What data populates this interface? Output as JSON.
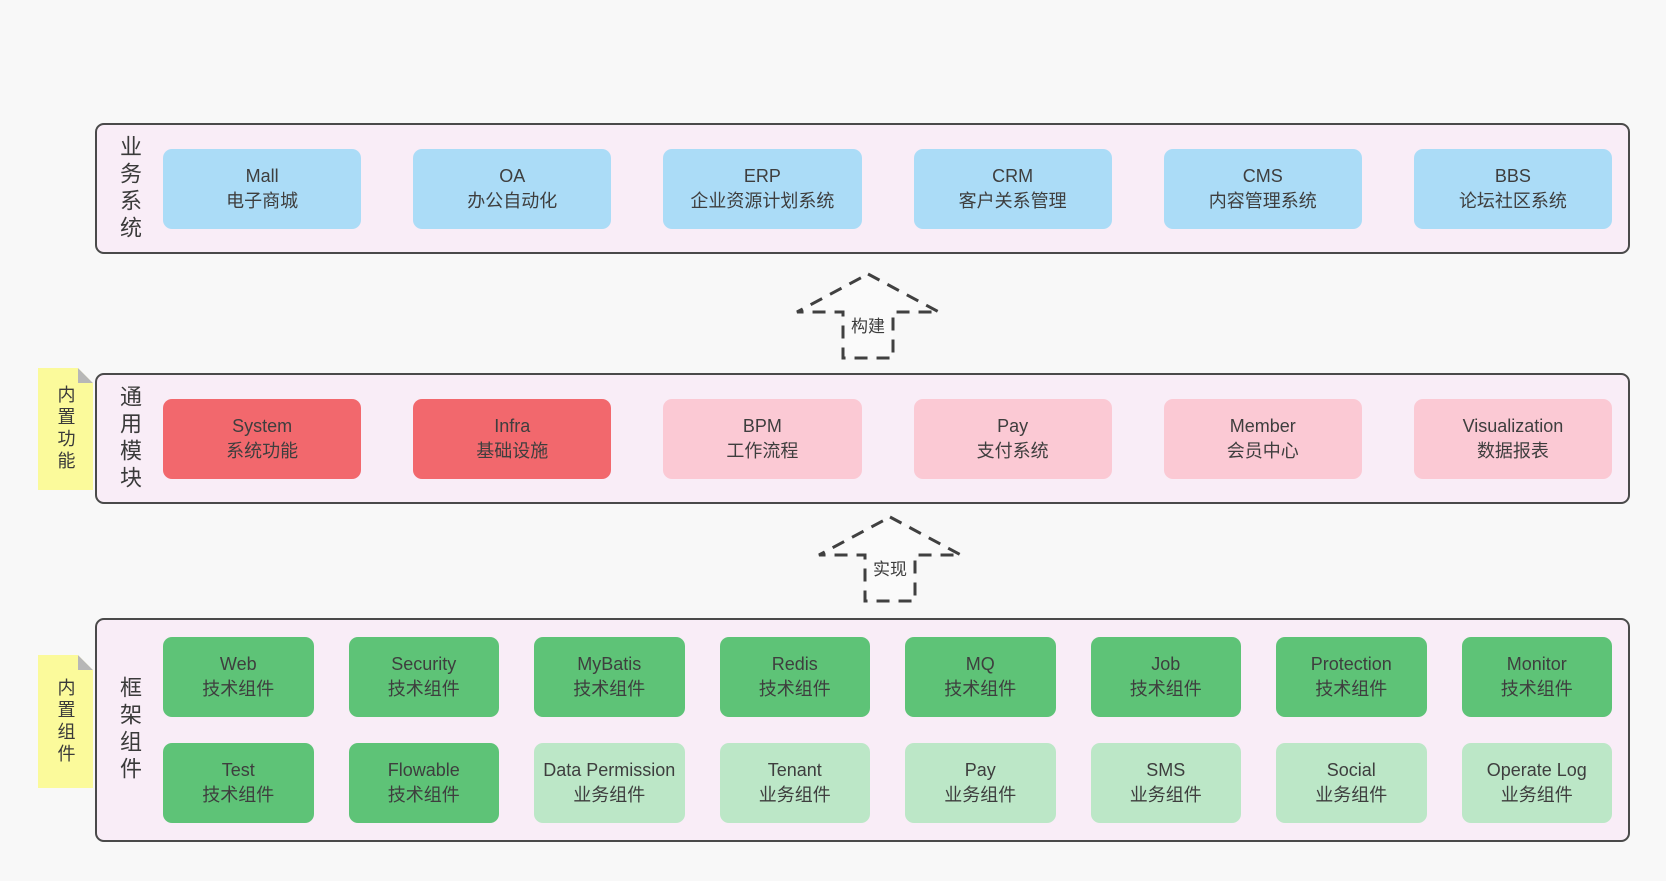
{
  "colors": {
    "page_bg": "#f8f8f8",
    "layer_bg": "#f9edf7",
    "layer_border": "#4a4a4a",
    "box_blue": "#abdcf7",
    "box_red": "#f2686d",
    "box_pink": "#fbc9d4",
    "box_green": "#5ec377",
    "box_lightgreen": "#bce7c7",
    "sticky_yellow": "#fbfa9b",
    "sticky_fold_gray": "#b7b7b7",
    "text": "#3e3e3e"
  },
  "arrows": [
    {
      "label": "构建"
    },
    {
      "label": "实现"
    }
  ],
  "stickies": [
    {
      "text": "内置功能"
    },
    {
      "text": "内置组件"
    }
  ],
  "layers": [
    {
      "label": "业务系统",
      "boxes": [
        {
          "en": "Mall",
          "cn": "电子商城",
          "variant": "blue"
        },
        {
          "en": "OA",
          "cn": "办公自动化",
          "variant": "blue"
        },
        {
          "en": "ERP",
          "cn": "企业资源计划系统",
          "variant": "blue"
        },
        {
          "en": "CRM",
          "cn": "客户关系管理",
          "variant": "blue"
        },
        {
          "en": "CMS",
          "cn": "内容管理系统",
          "variant": "blue"
        },
        {
          "en": "BBS",
          "cn": "论坛社区系统",
          "variant": "blue"
        }
      ]
    },
    {
      "label": "通用模块",
      "boxes": [
        {
          "en": "System",
          "cn": "系统功能",
          "variant": "red"
        },
        {
          "en": "Infra",
          "cn": "基础设施",
          "variant": "red"
        },
        {
          "en": "BPM",
          "cn": "工作流程",
          "variant": "pink"
        },
        {
          "en": "Pay",
          "cn": "支付系统",
          "variant": "pink"
        },
        {
          "en": "Member",
          "cn": "会员中心",
          "variant": "pink"
        },
        {
          "en": "Visualization",
          "cn": "数据报表",
          "variant": "pink"
        }
      ]
    },
    {
      "label": "框架组件",
      "boxes": [
        {
          "en": "Web",
          "cn": "技术组件",
          "variant": "green"
        },
        {
          "en": "Security",
          "cn": "技术组件",
          "variant": "green"
        },
        {
          "en": "MyBatis",
          "cn": "技术组件",
          "variant": "green"
        },
        {
          "en": "Redis",
          "cn": "技术组件",
          "variant": "green"
        },
        {
          "en": "MQ",
          "cn": "技术组件",
          "variant": "green"
        },
        {
          "en": "Job",
          "cn": "技术组件",
          "variant": "green"
        },
        {
          "en": "Protection",
          "cn": "技术组件",
          "variant": "green"
        },
        {
          "en": "Monitor",
          "cn": "技术组件",
          "variant": "green"
        },
        {
          "en": "Test",
          "cn": "技术组件",
          "variant": "green"
        },
        {
          "en": "Flowable",
          "cn": "技术组件",
          "variant": "green"
        },
        {
          "en": "Data Permission",
          "cn": "业务组件",
          "variant": "lightgreen"
        },
        {
          "en": "Tenant",
          "cn": "业务组件",
          "variant": "lightgreen"
        },
        {
          "en": "Pay",
          "cn": "业务组件",
          "variant": "lightgreen"
        },
        {
          "en": "SMS",
          "cn": "业务组件",
          "variant": "lightgreen"
        },
        {
          "en": "Social",
          "cn": "业务组件",
          "variant": "lightgreen"
        },
        {
          "en": "Operate Log",
          "cn": "业务组件",
          "variant": "lightgreen"
        }
      ]
    }
  ]
}
